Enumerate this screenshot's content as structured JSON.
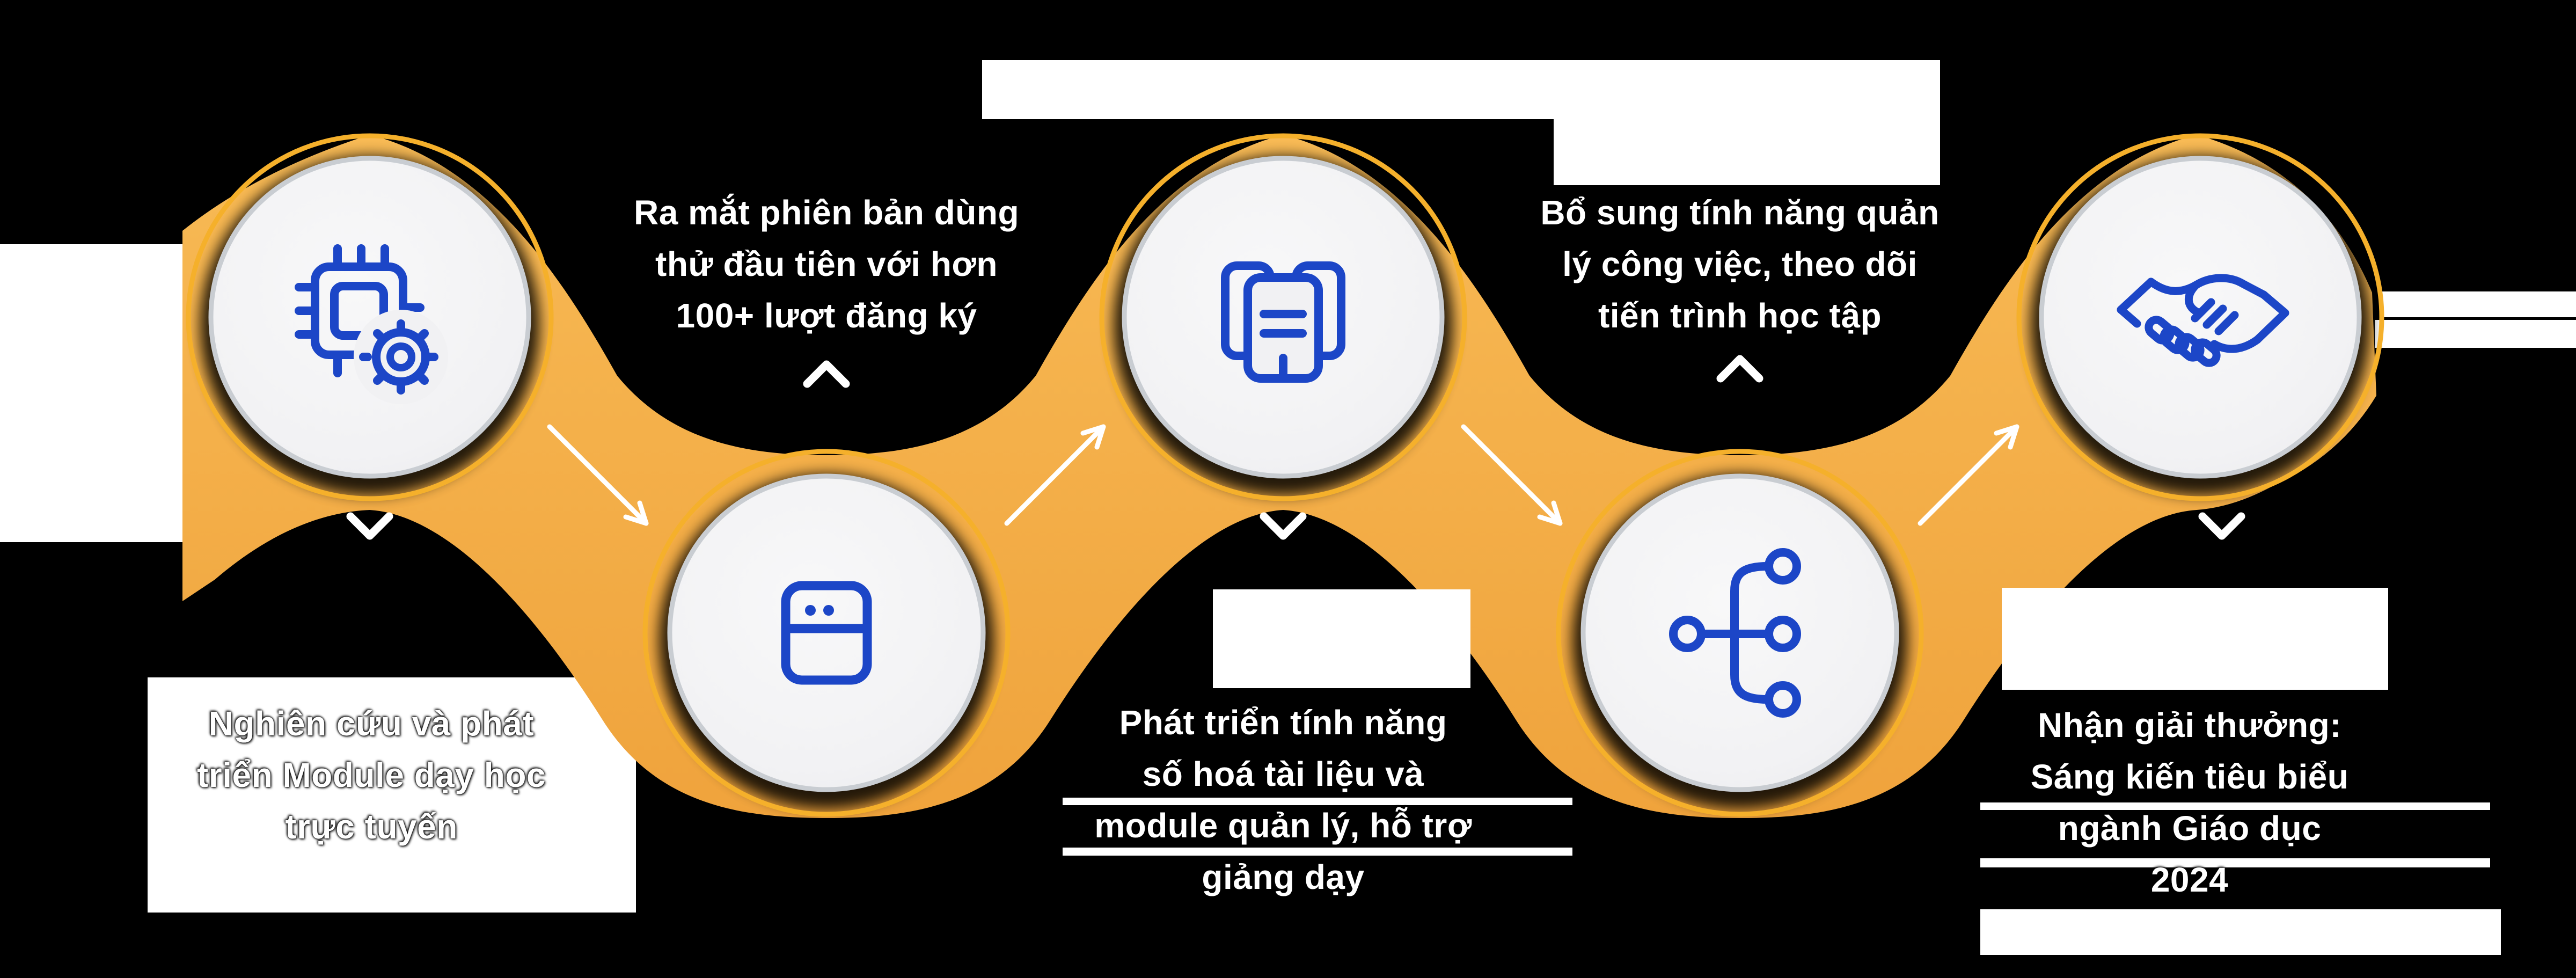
{
  "title": "Product development timeline infographic (Vietnamese)",
  "colors": {
    "background": "#000000",
    "artifact_white": "#FFFFFF",
    "ribbon_top": "#F8BB56",
    "ribbon_bottom": "#EFA23B",
    "ribbon_edge": "#F5B02B",
    "node_fill": "#F1F1F3",
    "node_fill_center": "#F8F8F9",
    "node_border": "#C9CDD2",
    "icon_blue": "#1C46C7",
    "text_white": "#FFFFFF",
    "arrow_white": "#FFFFFF"
  },
  "timeline": {
    "milestones": [
      {
        "index": 1,
        "icon": "chip-gear-icon",
        "caption_position": "below",
        "connector": "chevron-down",
        "caption_lines": [
          "Nghiên cứu và phát",
          "triển Module dạy học",
          "trực tuyến"
        ]
      },
      {
        "index": 2,
        "icon": "browser-window-icon",
        "caption_position": "above",
        "connector": "chevron-up",
        "caption_lines": [
          "Ra mắt phiên bản dùng",
          "thử đầu tiên với hơn",
          "100+ lượt đăng ký"
        ]
      },
      {
        "index": 3,
        "icon": "documents-icon",
        "caption_position": "below",
        "connector": "chevron-down",
        "caption_lines": [
          "Phát triển tính năng",
          "số hoá tài liệu và",
          "module quản lý, hỗ trợ",
          "giảng dạy"
        ]
      },
      {
        "index": 4,
        "icon": "flow-tree-icon",
        "caption_position": "above",
        "connector": "chevron-up",
        "caption_lines": [
          "Bổ sung tính năng quản",
          "lý công việc, theo dõi",
          "tiến trình học tập"
        ]
      },
      {
        "index": 5,
        "icon": "handshake-icon",
        "caption_position": "below",
        "connector": "chevron-down",
        "caption_lines": [
          "Nhận giải thưởng:",
          "Sáng kiến tiêu biểu",
          "ngành Giáo dục",
          "2024"
        ]
      }
    ],
    "flow_arrows": [
      {
        "from": 1,
        "to": 2,
        "direction": "down-right"
      },
      {
        "from": 2,
        "to": 3,
        "direction": "up-right"
      },
      {
        "from": 3,
        "to": 4,
        "direction": "down-right"
      },
      {
        "from": 4,
        "to": 5,
        "direction": "up-right"
      }
    ]
  }
}
